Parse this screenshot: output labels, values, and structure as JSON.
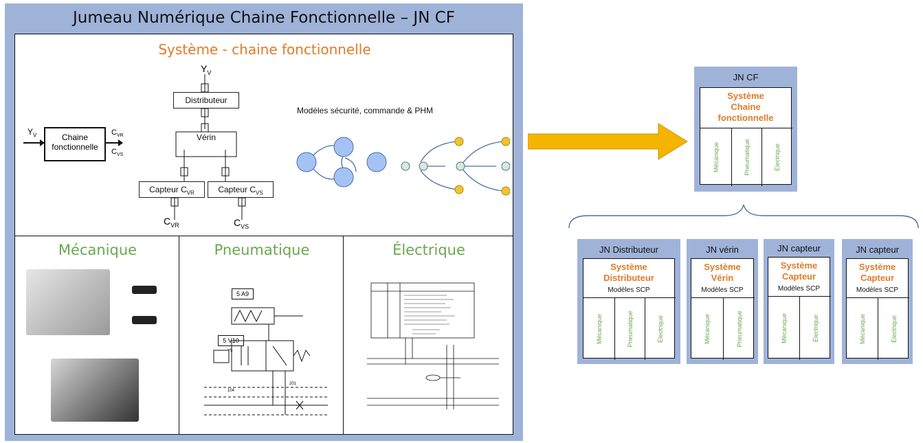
{
  "main_title": "Jumeau Numérique Chaine Fonctionnelle – JN CF",
  "system_title": "Système - chaine fonctionnelle",
  "block_diagram": {
    "input": "Y",
    "input_sub": "V",
    "box_line1": "Chaine",
    "box_line2": "fonctionnelle",
    "out1": "C",
    "out1_sub": "VR",
    "out2": "C",
    "out2_sub": "VS"
  },
  "chain": {
    "top_label": "Y",
    "top_sub": "V",
    "distributeur": "Distributeur",
    "verin": "Vérin",
    "capteur1": "Capteur C",
    "capteur1_sub": "VR",
    "capteur2": "Capteur C",
    "capteur2_sub": "VS",
    "out1": "C",
    "out1_sub": "VR",
    "out2": "C",
    "out2_sub": "VS"
  },
  "models_title": "Modèles sécurité, commande & PHM",
  "domains": {
    "mecanique": "Mécanique",
    "pneumatique": "Pneumatique",
    "electrique": "Électrique"
  },
  "pneu_labels": {
    "label1": "5 A9",
    "label2": "5 V10",
    "num1": "104",
    "num2": "201",
    "num3": "Y5"
  },
  "jncf": {
    "title": "JN CF",
    "sys": [
      "Système",
      "Chaine",
      "fonctionnelle"
    ],
    "cols": [
      "Mécanique",
      "Pneumatique",
      "Électrique"
    ]
  },
  "sub_twins": [
    {
      "title": "JN Distributeur",
      "sys": [
        "Système",
        "Distributeur"
      ],
      "models": "Modèles SCP",
      "cols": [
        "Mécanique",
        "Pneumatique",
        "Électrique"
      ]
    },
    {
      "title": "JN vérin",
      "sys": [
        "Système",
        "Vérin"
      ],
      "models": "Modèles SCP",
      "cols": [
        "Mécanique",
        "Pneumatique"
      ]
    },
    {
      "title": "JN capteur",
      "sys": [
        "Système",
        "Capteur"
      ],
      "models": "Modèles SCP",
      "cols": [
        "Mécanique",
        "Électrique"
      ]
    },
    {
      "title": "JN capteur",
      "sys": [
        "Système",
        "Capteur"
      ],
      "models": "Modèles SCP",
      "cols": [
        "Mécanique",
        "Électrique"
      ]
    }
  ],
  "colors": {
    "panel": "#9fb3d9",
    "orange": "#e07b2a",
    "green": "#6aa84f",
    "arrow": "#f4b400",
    "node_blue": "#a4c2f4",
    "node_green": "#d9ead3",
    "node_yellow": "#f1c232"
  }
}
